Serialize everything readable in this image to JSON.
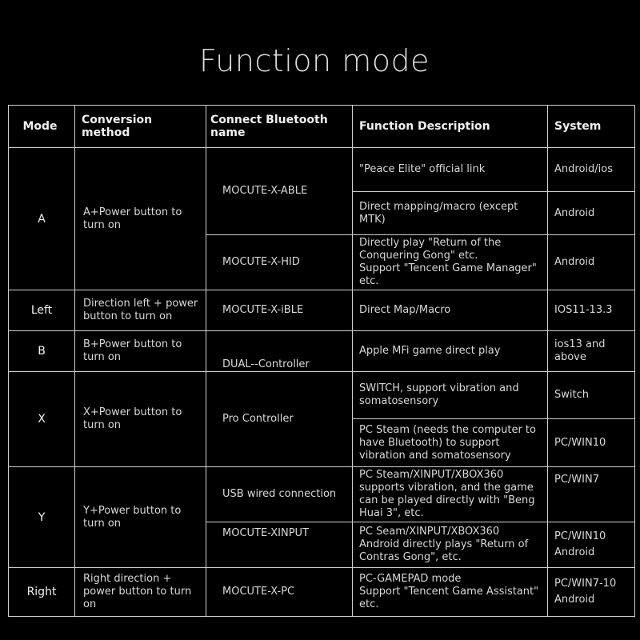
{
  "title": "Function mode",
  "headers": {
    "mode": "Mode",
    "conversion": "Conversion method",
    "bluetooth": "Connect Bluetooth name",
    "description": "Function Description",
    "system": "System"
  },
  "modes": {
    "a": {
      "mode": "A",
      "conversion": "A+Power button to turn on"
    },
    "left": {
      "mode": "Left",
      "conversion": "Direction left + power button to turn on"
    },
    "b": {
      "mode": "B",
      "conversion": "B+Power button to turn on"
    },
    "x": {
      "mode": "X",
      "conversion": "X+Power button to turn on"
    },
    "y": {
      "mode": "Y",
      "conversion": "Y+Power button to turn on"
    },
    "right": {
      "mode": "Right",
      "conversion": "Right direction + power button to turn on"
    }
  },
  "bluetooth": {
    "able": "MOCUTE-X-ABLE",
    "hid": "MOCUTE-X-HID",
    "ible": "MOCUTE-X-iBLE",
    "dual": "DUAL--Controller",
    "pro": "Pro Controller",
    "usb": "USB wired connection",
    "xinput": "MOCUTE-XINPUT",
    "pc": "MOCUTE-X-PC"
  },
  "rows": {
    "a1": {
      "description": "\"Peace Elite\" official link",
      "system": "Android/ios"
    },
    "a2": {
      "description": "Direct mapping/macro (except MTK)",
      "system": "Android"
    },
    "a3": {
      "description_1": "Directly play \"Return of the Conquering Gong\" etc.",
      "description_2": "Support \"Tencent Game Manager\" etc.",
      "system": "Android"
    },
    "left": {
      "description": "Direct Map/Macro",
      "system": "IOS11-13.3"
    },
    "b": {
      "description": "Apple MFi game direct play",
      "system": "ios13 and above"
    },
    "x1": {
      "description": "SWITCH, support vibration and somatosensory",
      "system": "Switch"
    },
    "x2": {
      "description": "PC Steam (needs the computer to have Bluetooth) to support vibration and somatosensory",
      "system": "PC/WIN10"
    },
    "y1": {
      "description": "PC Steam/XINPUT/XBOX360 supports vibration, and the game can be played directly with \"Beng Huai 3\", etc.",
      "system": "PC/WIN7"
    },
    "y2": {
      "description_1": "PC Seam/XINPUT/XBOX360",
      "description_2": "Android directly plays \"Return of Contras Gong\", etc.",
      "system_1": "PC/WIN10",
      "system_2": "Android"
    },
    "right": {
      "description_1": "PC-GAMEPAD mode",
      "description_2": "Support \"Tencent Game Assistant\" etc.",
      "system_1": "PC/WIN7-10",
      "system_2": "Android"
    }
  }
}
